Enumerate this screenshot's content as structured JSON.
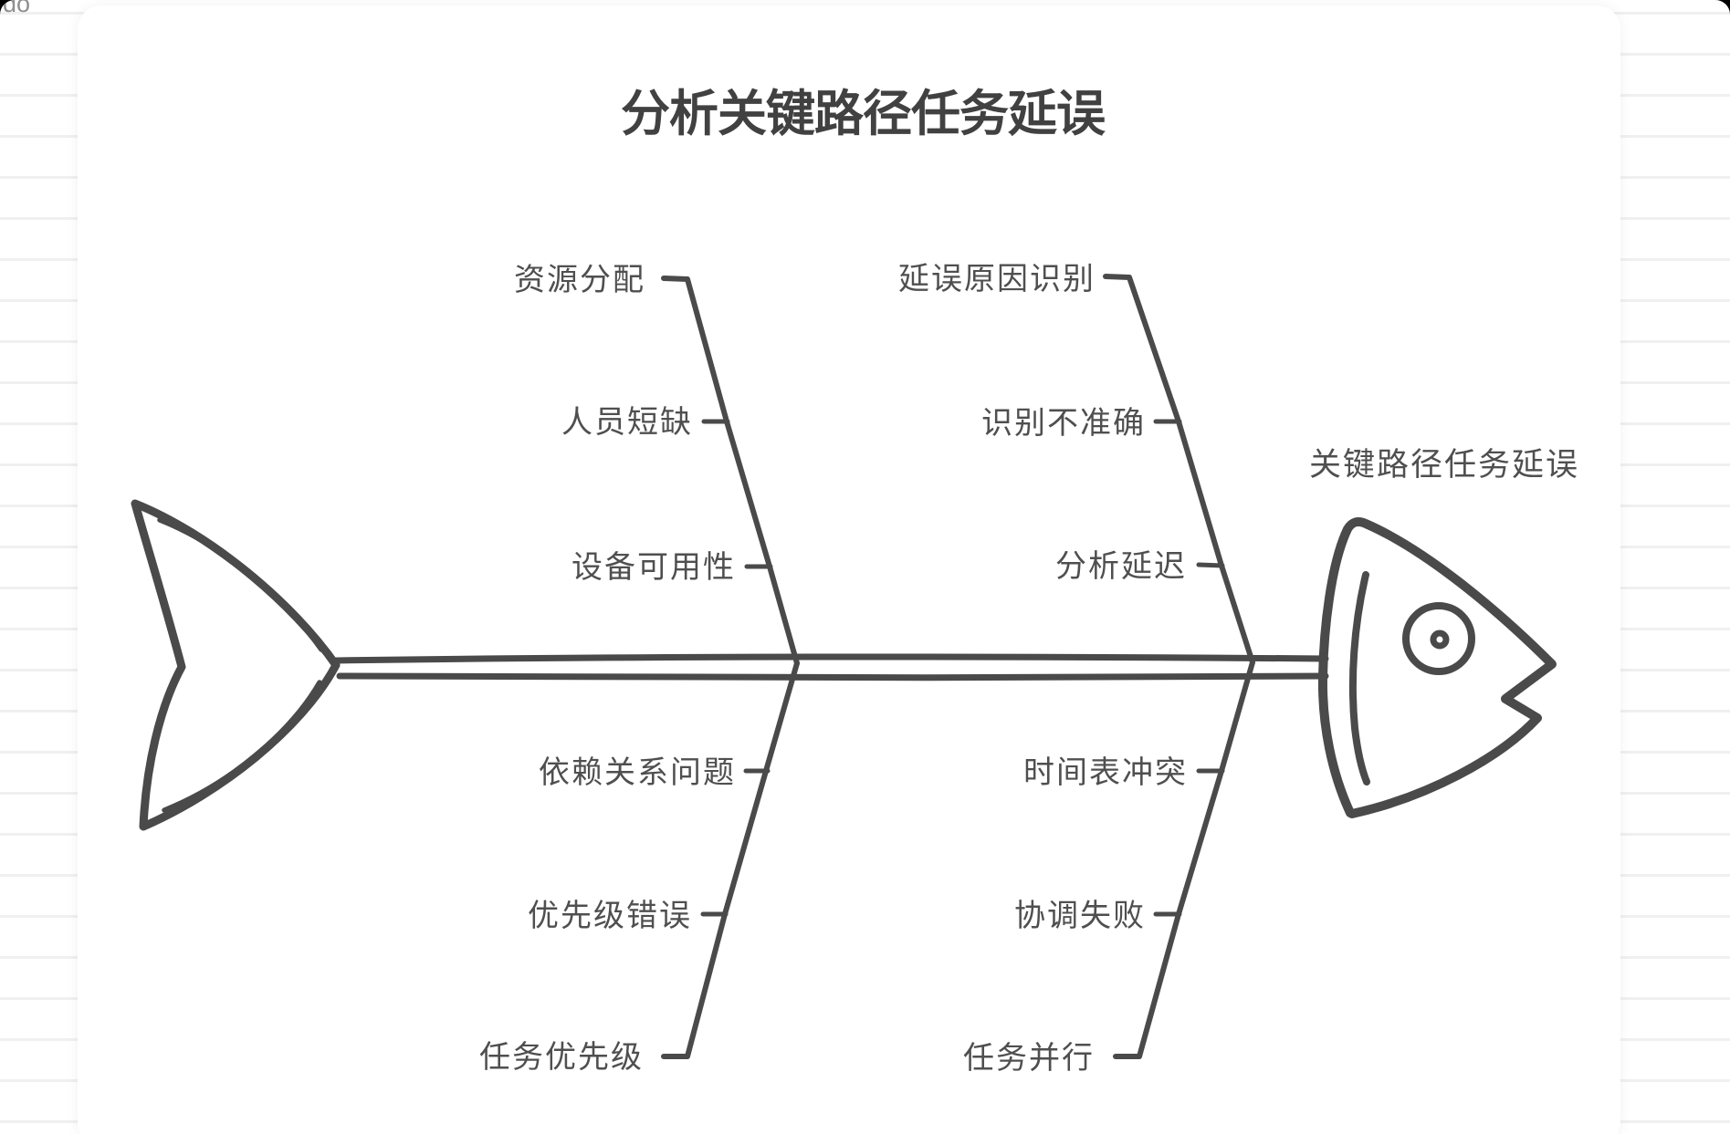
{
  "page": {
    "corner_text": "do"
  },
  "diagram": {
    "type": "fishbone",
    "title": "分析关键路径任务延误",
    "effect": "关键路径任务延误",
    "stroke_color": "#4a4a4a",
    "text_color": "#4f4f4f",
    "branches": [
      {
        "side": "top-left",
        "label": "资源分配",
        "causes": [
          "人员短缺",
          "设备可用性"
        ]
      },
      {
        "side": "top-right",
        "label": "延误原因识别",
        "causes": [
          "识别不准确",
          "分析延迟"
        ]
      },
      {
        "side": "bottom-left",
        "label": "任务优先级",
        "causes": [
          "依赖关系问题",
          "优先级错误"
        ]
      },
      {
        "side": "bottom-right",
        "label": "任务并行",
        "causes": [
          "时间表冲突",
          "协调失败"
        ]
      }
    ]
  }
}
